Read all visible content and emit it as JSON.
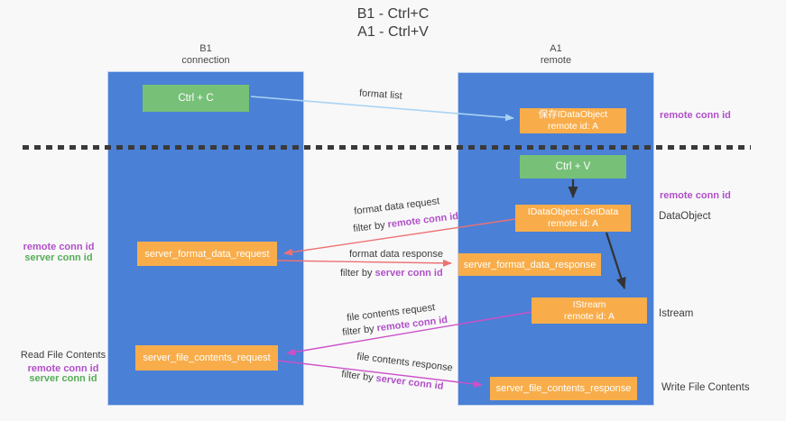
{
  "title": {
    "line1": "B1 - Ctrl+C",
    "line2": "A1 - Ctrl+V"
  },
  "lanes": {
    "left": {
      "name": "B1",
      "role": "connection"
    },
    "right": {
      "name": "A1",
      "role": "remote"
    }
  },
  "nodes": {
    "ctrl_c": {
      "label": "Ctrl + C"
    },
    "ctrl_v": {
      "label": "Ctrl + V"
    },
    "save_dataobject": {
      "line1": "保存IDataObject",
      "line2": "remote id: A"
    },
    "getdata": {
      "line1": "IDataObject::GetData",
      "line2": "remote id: A"
    },
    "istream": {
      "line1": "IStream",
      "line2": "remote id: A"
    },
    "server_format_data_request": {
      "label": "server_format_data_request"
    },
    "server_format_data_response": {
      "label": "server_format_data_response"
    },
    "server_file_contents_request": {
      "label": "server_file_contents_request"
    },
    "server_file_contents_response": {
      "label": "server_file_contents_response"
    }
  },
  "side_labels": {
    "remote_conn_id": "remote conn id",
    "server_conn_id": "server conn id",
    "dataobject": "DataObject",
    "istream": "Istream",
    "read_file_contents": "Read File Contents",
    "write_file_contents": "Write File Contents"
  },
  "arrow_labels": {
    "format_list": "format list",
    "format_data_request": "format data request",
    "format_data_response": "format data response",
    "file_contents_request": "file contents request",
    "file_contents_response": "file contents response",
    "filter_by": "filter by "
  },
  "colors": {
    "background": "#f8f8f9",
    "lane": "#4a80d6",
    "lane_border": "#bcd0ee",
    "orange": "#f8ad4a",
    "green": "#77c078",
    "purple": "#b050c8",
    "green_label": "#56ad56",
    "salmon": "#ed7272",
    "magenta": "#cc50c8",
    "light_blue": "#a9d3f2",
    "arrow_black": "#333333",
    "text": "#3c3c3c"
  }
}
